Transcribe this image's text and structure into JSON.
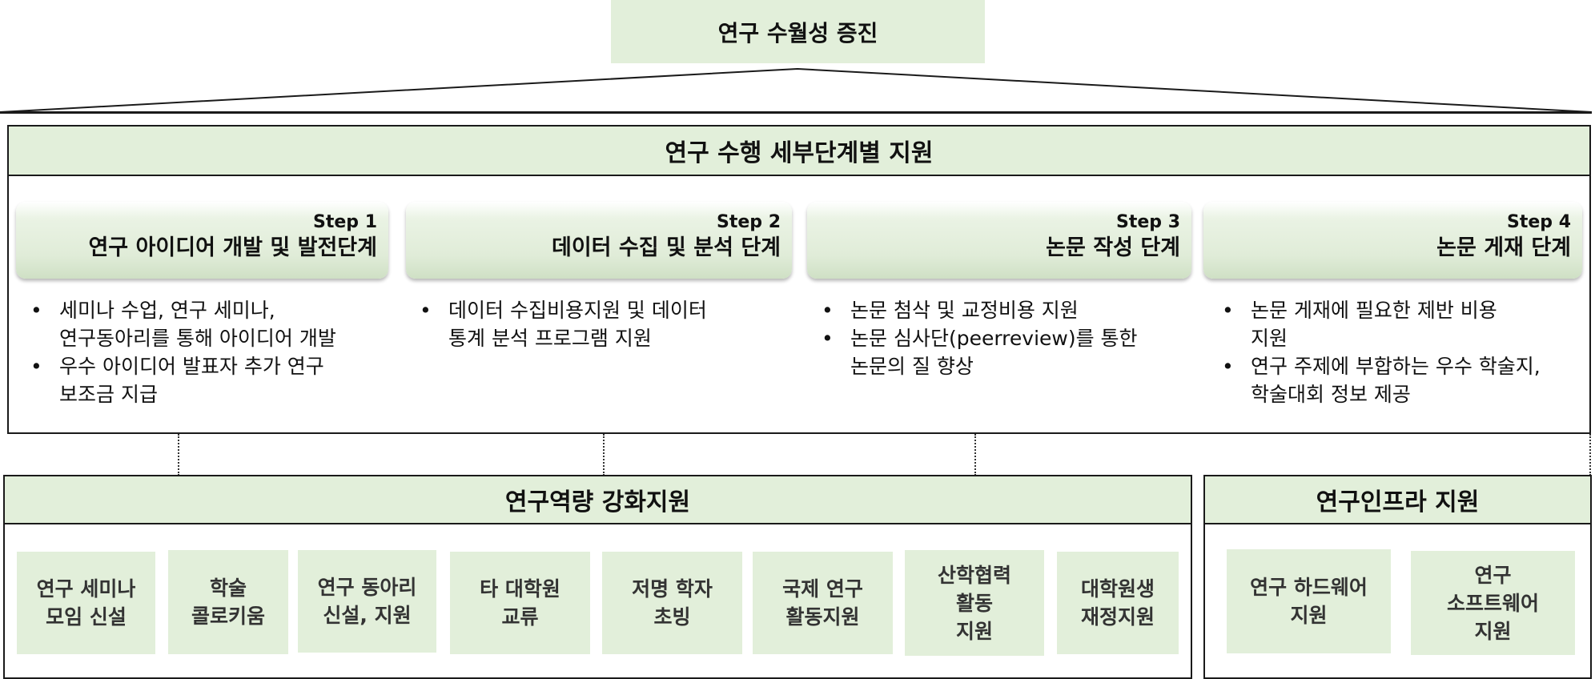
{
  "goal": {
    "title": "연구 수월성 증진"
  },
  "main": {
    "title": "연구 수행 세부단계별 지원",
    "steps": [
      {
        "num": "Step 1",
        "title": "연구 아이디어 개발 및 발전단계",
        "bullets": [
          "세미나 수업, 연구 세미나,\n연구동아리를 통해 아이디어 개발",
          "우수 아이디어 발표자 추가 연구\n보조금 지급"
        ]
      },
      {
        "num": "Step 2",
        "title": "데이터 수집 및 분석 단계",
        "bullets": [
          "데이터 수집비용지원 및 데이터\n통계 분석 프로그램 지원"
        ]
      },
      {
        "num": "Step 3",
        "title": "논문 작성 단계",
        "bullets": [
          "논문 첨삭 및 교정비용 지원",
          "논문 심사단(peerreview)를 통한\n논문의 질 향상"
        ]
      },
      {
        "num": "Step 4",
        "title": "논문 게재 단계",
        "bullets": [
          "논문 게재에 필요한 제반 비용\n지원",
          "연구 주제에 부합하는 우수 학술지,\n학술대회 정보 제공"
        ]
      }
    ]
  },
  "capacity": {
    "title": "연구역량 강화지원",
    "items": [
      "연구 세미나\n모임 신설",
      "학술\n콜로키움",
      "연구 동아리\n신설, 지원",
      "타 대학원\n교류",
      "저명 학자\n초빙",
      "국제 연구\n활동지원",
      "산학협력\n활동\n지원",
      "대학원생\n재정지원"
    ]
  },
  "infra": {
    "title": "연구인프라 지원",
    "items": [
      "연구 하드웨어\n지원",
      "연구\n소프트웨어\n지원"
    ]
  }
}
